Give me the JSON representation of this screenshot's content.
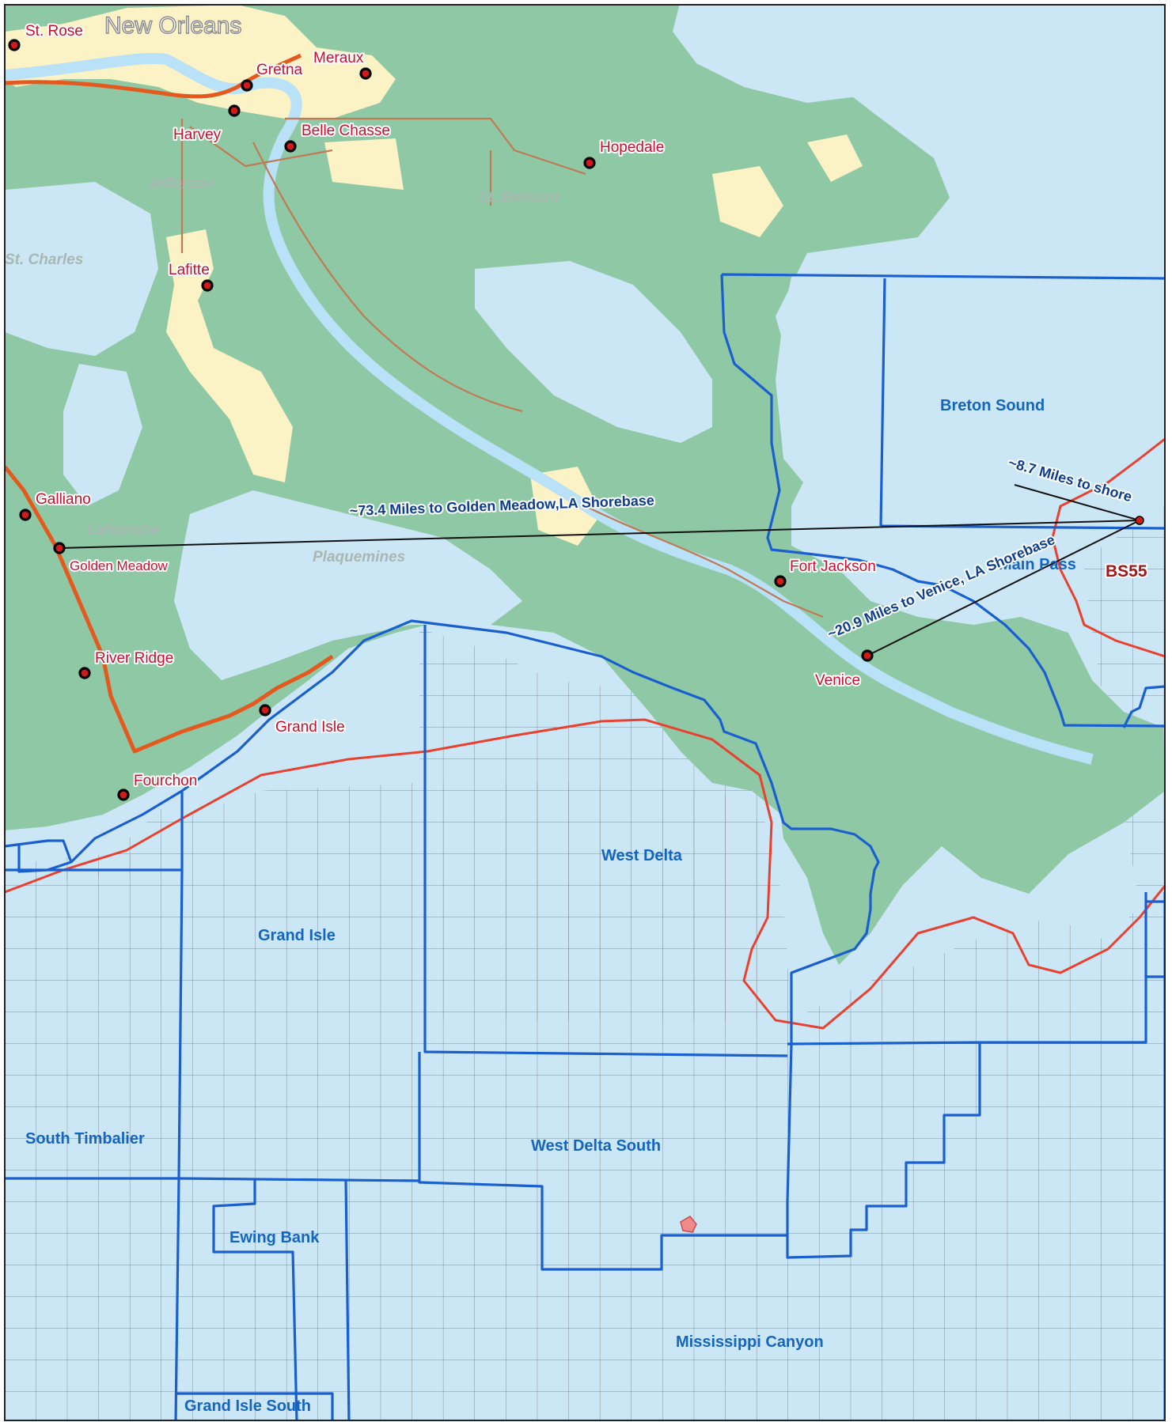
{
  "map": {
    "city": "New Orleans",
    "towns": [
      {
        "id": "st-rose",
        "label": "St. Rose"
      },
      {
        "id": "gretna",
        "label": "Gretna"
      },
      {
        "id": "meraux",
        "label": "Meraux"
      },
      {
        "id": "harvey",
        "label": "Harvey"
      },
      {
        "id": "belle-chasse",
        "label": "Belle Chasse"
      },
      {
        "id": "hopedale",
        "label": "Hopedale"
      },
      {
        "id": "lafitte",
        "label": "Lafitte"
      },
      {
        "id": "galliano",
        "label": "Galliano"
      },
      {
        "id": "golden-meadow",
        "label": "Golden Meadow"
      },
      {
        "id": "fort-jackson",
        "label": "Fort Jackson"
      },
      {
        "id": "venice",
        "label": "Venice"
      },
      {
        "id": "river-ridge",
        "label": "River Ridge"
      },
      {
        "id": "grand-isle-town",
        "label": "Grand Isle"
      },
      {
        "id": "fourchon",
        "label": "Fourchon"
      }
    ],
    "parishes": [
      "Jefferson",
      "St. Bernard",
      "St. Charles",
      "Lafourche",
      "Plaquemines"
    ],
    "areas": [
      "Breton Sound",
      "West Delta",
      "Grand Isle",
      "South Timbalier",
      "West Delta South",
      "Ewing Bank",
      "Mississippi Canyon",
      "Grand Isle South",
      "Main Pass"
    ],
    "block": {
      "label": "BS55"
    },
    "distances": [
      {
        "id": "golden-meadow",
        "label": "~73.4 Miles to Golden Meadow,LA Shorebase"
      },
      {
        "id": "shore",
        "label": "~8.7 Miles to shore"
      },
      {
        "id": "venice",
        "label": "~20.9 Miles to Venice, LA  Shorebase"
      }
    ],
    "colors": {
      "water": "#cbe7f6",
      "land": "#8fc8a4",
      "urban": "#fbf2c6",
      "block_border": "#1a5fd0",
      "boundary": "#e8412f",
      "highway": "#e45a1e",
      "town_dot": "#d11a1a",
      "town_label": "#c8102e",
      "area_label": "#1565c0",
      "distance_label": "#0b3d91",
      "block_label": "#a01818"
    }
  }
}
